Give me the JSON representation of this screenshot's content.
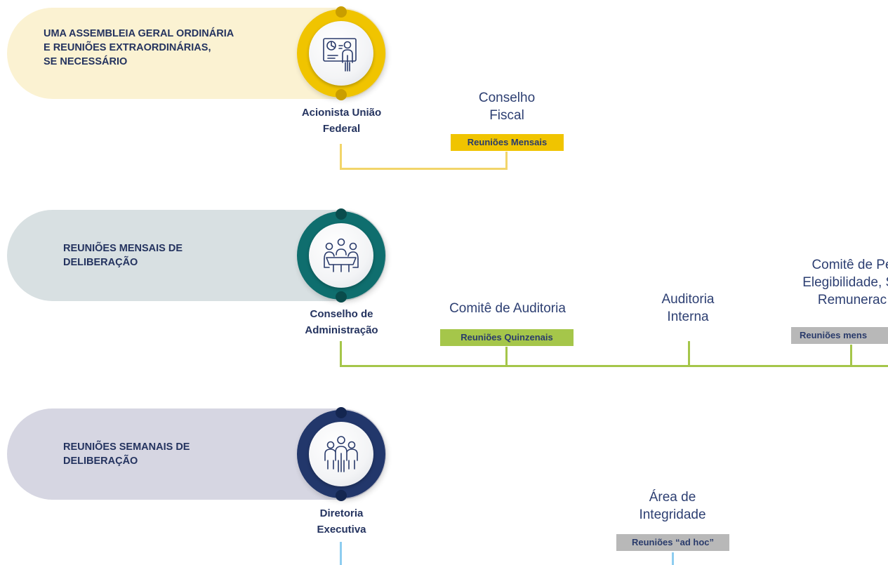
{
  "colors": {
    "yellow": "#f0c400",
    "teal": "#0f6e6e",
    "navy": "#22376b",
    "green": "#a5c64a",
    "gray": "#b8b8b8",
    "light_blue": "#8ecdf0"
  },
  "rows": [
    {
      "band_text": "UMA ASSEMBLEIA GERAL ORDINÁRIA\nE REUNIÕES EXTRAORDINÁRIAS,\nSE NECESSÁRIO",
      "icon": "presentation-icon",
      "node_label": "Acionista União\nFederal",
      "committees": [
        {
          "title": "Conselho\nFiscal",
          "tag": "Reuniões Mensais"
        }
      ]
    },
    {
      "band_text": "REUNIÕES MENSAIS DE\nDELIBERAÇÃO",
      "icon": "meeting-table-icon",
      "node_label": "Conselho de\nAdministração",
      "committees": [
        {
          "title": "Comitê de Auditoria",
          "tag": "Reuniões Quinzenais"
        },
        {
          "title": "Auditoria\nInterna",
          "tag": ""
        },
        {
          "title": "Comitê de Pe\nElegibilidade, Su\nRemunerac",
          "tag": "Reuniões mens"
        }
      ]
    },
    {
      "band_text": "REUNIÕES SEMANAIS DE\nDELIBERAÇÃO",
      "icon": "team-icon",
      "node_label": "Diretoria\nExecutiva",
      "committees": [
        {
          "title": "Área de\nIntegridade",
          "tag": "Reuniões “ad hoc”"
        }
      ]
    }
  ]
}
